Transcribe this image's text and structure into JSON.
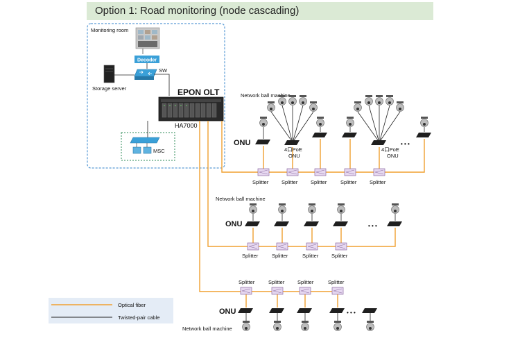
{
  "title": "Option 1: Road monitoring (node cascading)",
  "labels": {
    "monitoring_room": "Monitoring room",
    "decoder": "Decoder",
    "sw": "SW",
    "storage_server": "Storage server",
    "epon_olt": "EPON OLT",
    "olt_model": "HA7000",
    "msc": "MSC",
    "network_ball_machine": "Network ball machine",
    "onu": "ONU",
    "poe_onu_line1": "4口PoE",
    "poe_onu_line2": "ONU",
    "splitter": "Splitter",
    "ellipsis": "• • •"
  },
  "legend": {
    "optical_fiber": "Optical fiber",
    "twisted_pair": "Twisted-pair cable"
  },
  "colors": {
    "fiber": "#f0a030",
    "cable": "#222222",
    "dashed_box": "#5a9bd5",
    "legend_bg": "#e4ecf6",
    "title_bg": "#dbead5",
    "decoder": "#3aa0d8"
  },
  "icons": [
    "monitor-wall-icon",
    "decoder-icon",
    "switch-icon",
    "server-icon",
    "olt-chassis-icon",
    "msc-icon",
    "camera-icon",
    "onu-icon",
    "splitter-icon"
  ]
}
